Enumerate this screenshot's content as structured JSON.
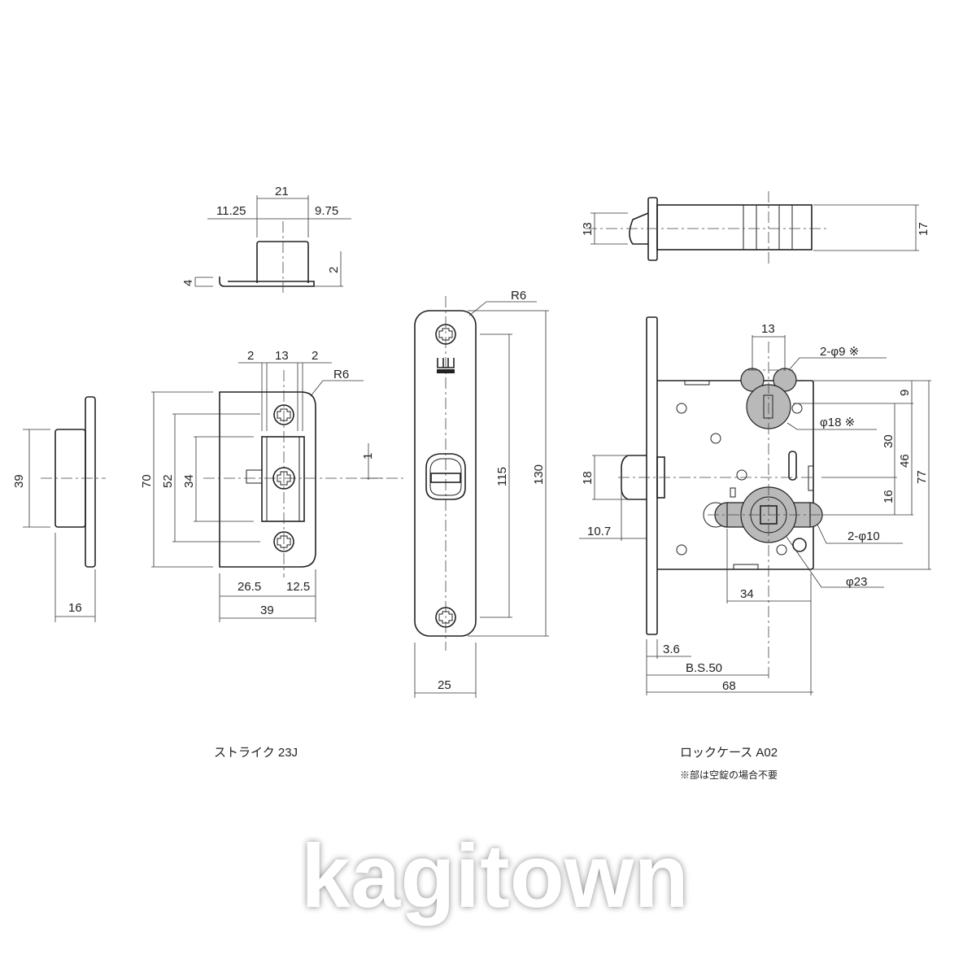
{
  "watermark": "kagitown",
  "logo": "WEST",
  "strike": {
    "caption": "ストライク 23J",
    "side": {
      "height": "39",
      "depth": "16"
    },
    "top": {
      "width": "21",
      "left": "11.25",
      "right": "9.75",
      "lip": "4",
      "plate": "2"
    },
    "front": {
      "h70": "70",
      "h52": "52",
      "h34": "34",
      "w2a": "2",
      "w13": "13",
      "w2b": "2",
      "radius": "R6",
      "w26": "26.5",
      "w12": "12.5",
      "w39": "39"
    }
  },
  "faceplate": {
    "offset": "1",
    "h115": "115",
    "h130": "130",
    "width": "25",
    "radius": "R6"
  },
  "lockcase": {
    "caption": "ロックケース A02",
    "note": "※部は空錠の場合不要",
    "top": {
      "h13": "13",
      "h17": "17"
    },
    "front": {
      "hole_spacing": "13",
      "holes9": "2-φ9 ※",
      "hub18": "φ18 ※",
      "holes10": "2-φ10",
      "hub23": "φ23",
      "d9": "9",
      "d30": "30",
      "d46": "46",
      "d77": "77",
      "d16": "16",
      "latch18": "18",
      "latch107": "10.7",
      "d34": "34",
      "d36": "3.6",
      "backset": "B.S.50",
      "d68": "68"
    }
  }
}
